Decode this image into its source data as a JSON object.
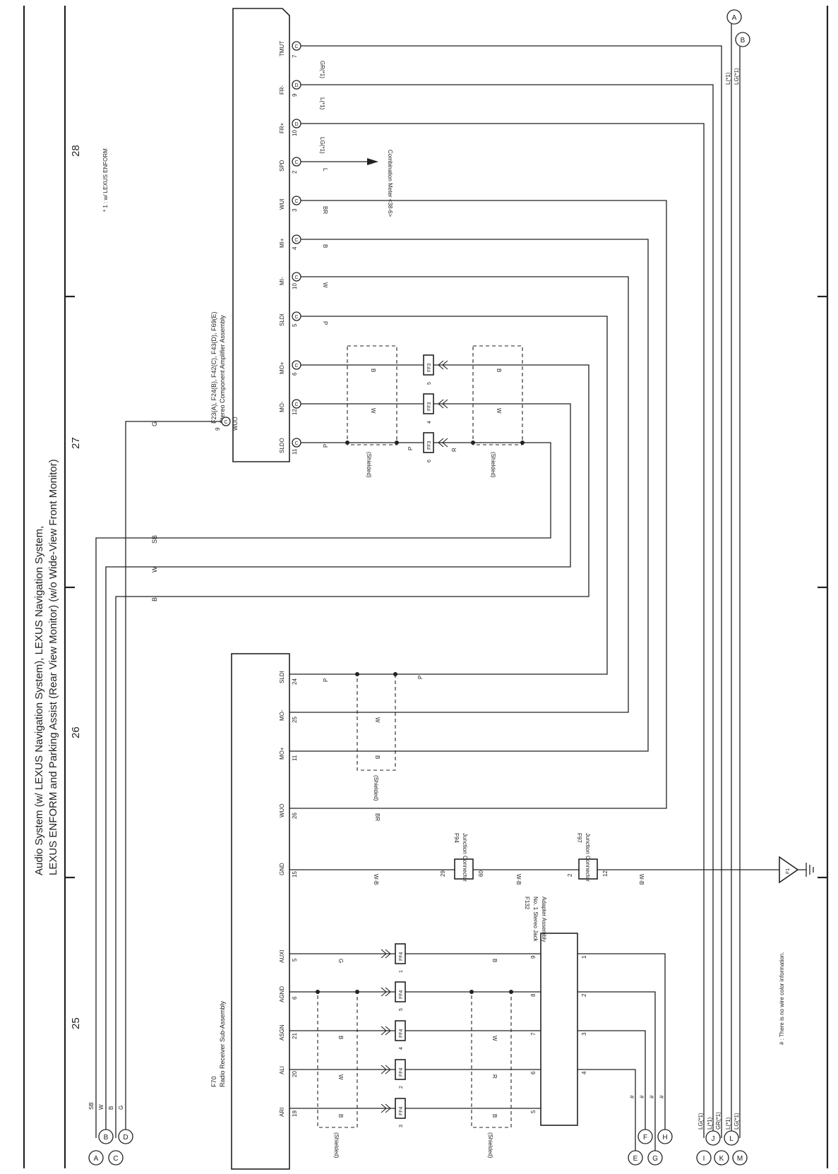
{
  "title_line1": "Audio System (w/ LEXUS Navigation System),  LEXUS Navigation System,",
  "title_line2": "LEXUS ENFORM and Parking Assist (Rear View Monitor) (w/o Wide-View Front Monitor)",
  "footnote_enform": "* 1 : w/ LEXUS ENFORM",
  "footnote_color": "# : There is no wire color information.",
  "section_numbers": [
    "28",
    "27",
    "26",
    "25"
  ],
  "stereo_amp": {
    "name": "F23(A), F24(B), F42(C), F43(D), F69(E)",
    "desc": "Stereo Component Amplifier Assembly",
    "wuo_pin": "9",
    "wuo_conn": "C",
    "wuo_label": "WUO",
    "pins": [
      {
        "label": "TMUT",
        "num": "7",
        "conn": "C",
        "wire": "GR(*1)"
      },
      {
        "label": "FR-",
        "num": "9",
        "conn": "D",
        "wire": "L(*1)"
      },
      {
        "label": "FR+",
        "num": "10",
        "conn": "D",
        "wire": "LG(*1)"
      },
      {
        "label": "SPD",
        "num": "2",
        "conn": "C",
        "wire": "L"
      },
      {
        "label": "WUI",
        "num": "3",
        "conn": "C",
        "wire": "BR"
      },
      {
        "label": "MI+",
        "num": "4",
        "conn": "C",
        "wire": "B"
      },
      {
        "label": "MI-",
        "num": "10",
        "conn": "C",
        "wire": "W"
      },
      {
        "label": "SLDI",
        "num": "5",
        "conn": "C",
        "wire": "P"
      },
      {
        "label": "MO+",
        "num": "6",
        "conn": "C",
        "wire": "B"
      },
      {
        "label": "MO-",
        "num": "12",
        "conn": "C",
        "wire": "W"
      },
      {
        "label": "SLDO",
        "num": "11",
        "conn": "C",
        "wire": "P"
      }
    ]
  },
  "combination_meter": "Combination Meter <38-6>",
  "shielded": "(Shielded)",
  "ff3": {
    "label": "FF3",
    "pins": [
      "5",
      "4",
      "6"
    ],
    "wires_right": [
      "B",
      "W",
      "R"
    ]
  },
  "radio": {
    "name": "F70",
    "desc": "Radio Receiver Sub-Assembly",
    "pins": [
      {
        "label": "SLDI",
        "num": "24",
        "wire": "P"
      },
      {
        "label": "MO-",
        "num": "25",
        "wire": "W"
      },
      {
        "label": "MO+",
        "num": "11",
        "wire": "B"
      },
      {
        "label": "WUO",
        "num": "26",
        "wire": "BR"
      },
      {
        "label": "GND",
        "num": "15",
        "wire": "W-B"
      },
      {
        "label": "AUXI",
        "num": "5",
        "wire": "G"
      },
      {
        "label": "AGND",
        "num": "6",
        "wire": ""
      },
      {
        "label": "ASGN",
        "num": "21",
        "wire": "B"
      },
      {
        "label": "ALI",
        "num": "20",
        "wire": "W"
      },
      {
        "label": "ARI",
        "num": "19",
        "wire": "B"
      }
    ],
    "shield_wire": "P"
  },
  "ff4": {
    "label": "FF4",
    "pins": [
      "1",
      "5",
      "4",
      "2",
      "3"
    ],
    "wires_right": [
      "B",
      "",
      "W",
      "R",
      "B"
    ]
  },
  "jack": {
    "name": "F132",
    "desc1": "No. 1 Stereo Jack",
    "desc2": "Adapter Assembly",
    "in_pins": [
      "9",
      "8",
      "7",
      "6",
      "5"
    ],
    "out_pins": [
      "1",
      "2",
      "3",
      "4"
    ]
  },
  "junction_f94": {
    "name": "F94",
    "desc": "Junction Connector",
    "left": "29",
    "right": "60"
  },
  "junction_f97": {
    "name": "F97",
    "desc": "Junction Connector",
    "left": "2",
    "right": "12"
  },
  "ground": {
    "label": "F1",
    "wire": "W-B"
  },
  "left_bus": {
    "wires": [
      "SB",
      "W",
      "B",
      "G"
    ],
    "mid_labels": [
      "SB",
      "W",
      "B",
      "G"
    ],
    "connectors": [
      "A",
      "B",
      "C",
      "D"
    ]
  },
  "right_top_connectors": [
    "A",
    "B"
  ],
  "right_top_wires": [
    "L(*1)",
    "LG(*1)"
  ],
  "bottom_mid_connectors": [
    "E",
    "F",
    "G",
    "H"
  ],
  "hash_mark": "#",
  "bottom_right": {
    "wires": [
      "LG(*1)",
      "L(*1)",
      "GR(*1)",
      "L(*1)",
      "LG(*1)"
    ],
    "connectors": [
      "I",
      "J",
      "K",
      "L",
      "M"
    ]
  }
}
